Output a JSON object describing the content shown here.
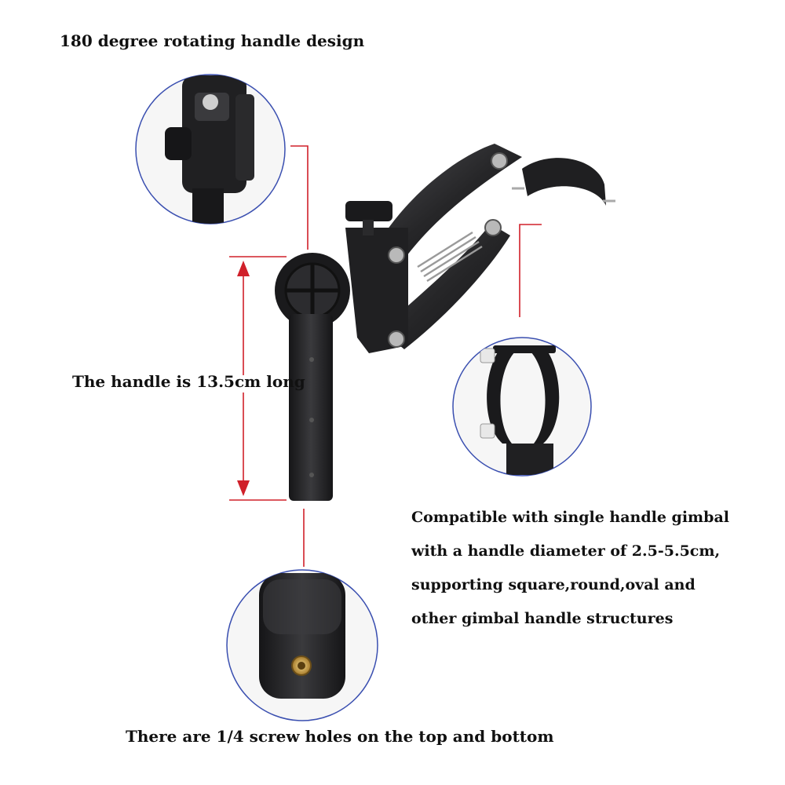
{
  "captions": {
    "rotating_handle": "180 degree rotating handle design",
    "handle_length": "The handle is 13.5cm long",
    "compat_line1": "Compatible with single handle gimbal",
    "compat_line2": "with a handle diameter of 2.5-5.5cm,",
    "compat_line3": "supporting square,round,oval and",
    "compat_line4": "other gimbal handle structures",
    "screw_holes": "There are 1/4 screw holes on the top and bottom"
  },
  "colors": {
    "accent_red": "#d0202a",
    "circle_border": "#3a4fb0",
    "product_black": "#1e1e20"
  }
}
